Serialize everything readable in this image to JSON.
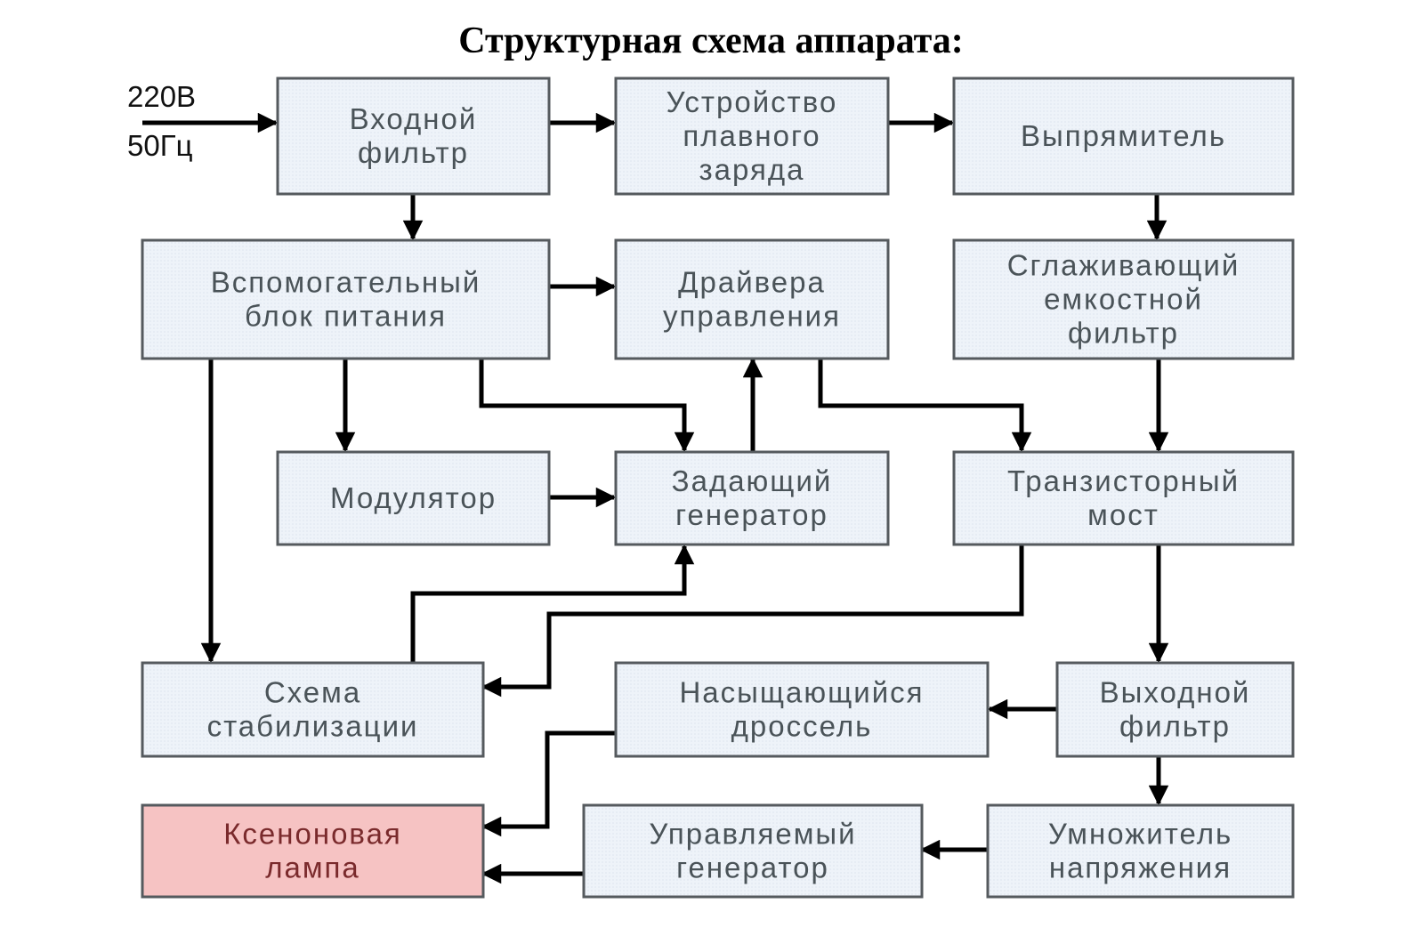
{
  "title": "Структурная схема аппарата:",
  "input": {
    "voltage": "220В",
    "frequency": "50Гц"
  },
  "colors": {
    "box_fill": "#eef3f9",
    "lamp_fill": "#f6c3c3",
    "border": "#555a5e",
    "text": "#4a5358",
    "lamp_text": "#7a2a2c",
    "wire": "#000000"
  },
  "blocks": [
    {
      "id": "input_filter",
      "lines": [
        "Входной",
        "фильтр"
      ]
    },
    {
      "id": "soft_charge",
      "lines": [
        "Устройство",
        "плавного",
        "заряда"
      ]
    },
    {
      "id": "rectifier",
      "lines": [
        "Выпрямитель"
      ]
    },
    {
      "id": "aux_psu",
      "lines": [
        "Вспомогательный",
        "блок питания"
      ]
    },
    {
      "id": "drivers",
      "lines": [
        "Драйвера",
        "управления"
      ]
    },
    {
      "id": "smoothing_filter",
      "lines": [
        "Сглаживающий",
        "емкостной",
        "фильтр"
      ]
    },
    {
      "id": "modulator",
      "lines": [
        "Модулятор"
      ]
    },
    {
      "id": "master_oscillator",
      "lines": [
        "Задающий",
        "генератор"
      ]
    },
    {
      "id": "transistor_bridge",
      "lines": [
        "Транзисторный",
        "мост"
      ]
    },
    {
      "id": "stabilization",
      "lines": [
        "Схема",
        "стабилизации"
      ]
    },
    {
      "id": "saturating_choke",
      "lines": [
        "Насыщающийся",
        "дроссель"
      ]
    },
    {
      "id": "output_filter",
      "lines": [
        "Выходной",
        "фильтр"
      ]
    },
    {
      "id": "xenon_lamp",
      "lines": [
        "Ксеноновая",
        "лампа"
      ],
      "highlight": true
    },
    {
      "id": "controlled_generator",
      "lines": [
        "Управляемый",
        "генератор"
      ]
    },
    {
      "id": "voltage_multiplier",
      "lines": [
        "Умножитель",
        "напряжения"
      ]
    }
  ],
  "connections": [
    {
      "from": "input",
      "to": "input_filter"
    },
    {
      "from": "input_filter",
      "to": "soft_charge"
    },
    {
      "from": "soft_charge",
      "to": "rectifier"
    },
    {
      "from": "input_filter",
      "to": "aux_psu"
    },
    {
      "from": "rectifier",
      "to": "smoothing_filter"
    },
    {
      "from": "aux_psu",
      "to": "drivers"
    },
    {
      "from": "aux_psu",
      "to": "modulator"
    },
    {
      "from": "aux_psu",
      "to": "master_oscillator"
    },
    {
      "from": "aux_psu",
      "to": "stabilization"
    },
    {
      "from": "master_oscillator",
      "to": "drivers"
    },
    {
      "from": "modulator",
      "to": "master_oscillator"
    },
    {
      "from": "drivers",
      "to": "transistor_bridge"
    },
    {
      "from": "smoothing_filter",
      "to": "transistor_bridge"
    },
    {
      "from": "stabilization",
      "to": "master_oscillator"
    },
    {
      "from": "transistor_bridge",
      "to": "stabilization"
    },
    {
      "from": "transistor_bridge",
      "to": "output_filter"
    },
    {
      "from": "output_filter",
      "to": "saturating_choke"
    },
    {
      "from": "output_filter",
      "to": "voltage_multiplier"
    },
    {
      "from": "saturating_choke",
      "to": "xenon_lamp"
    },
    {
      "from": "voltage_multiplier",
      "to": "controlled_generator"
    },
    {
      "from": "controlled_generator",
      "to": "xenon_lamp"
    }
  ]
}
